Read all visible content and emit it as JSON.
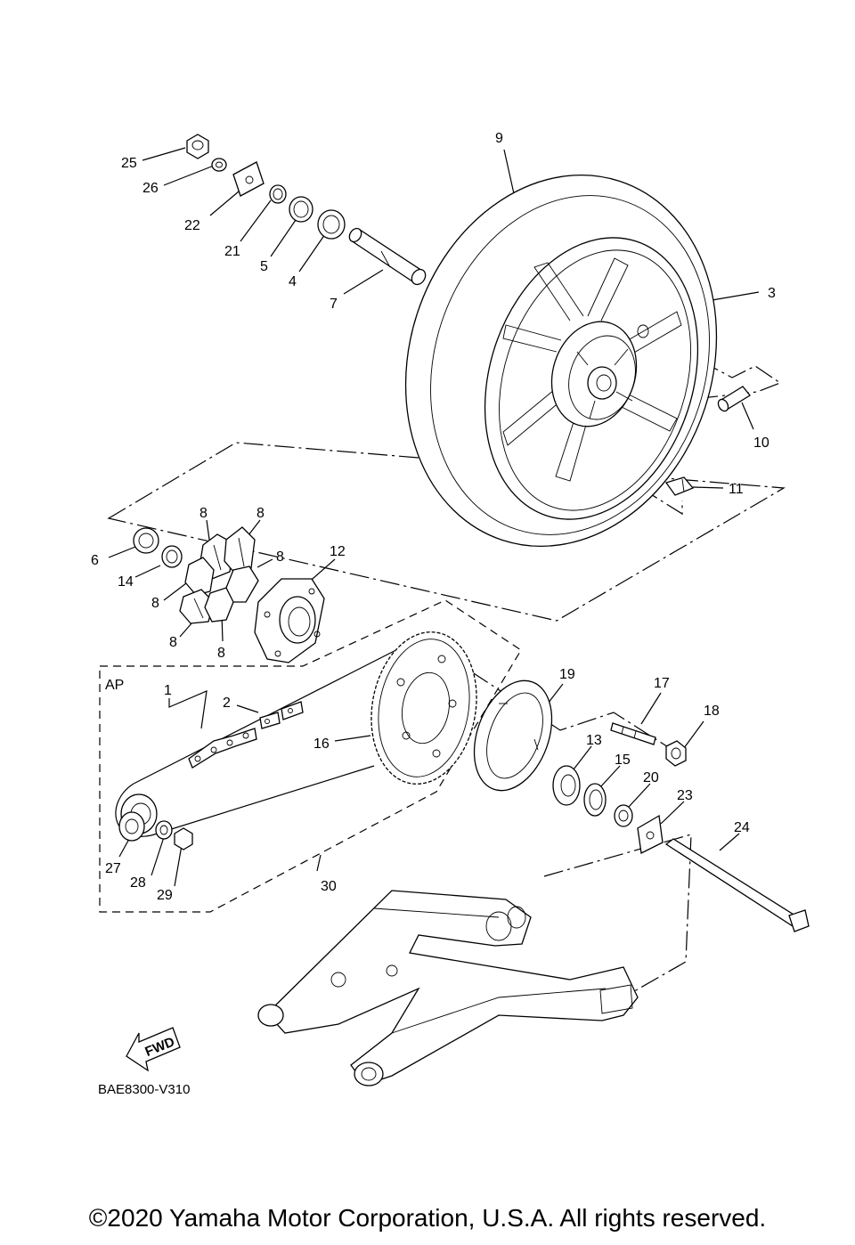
{
  "diagram": {
    "callouts": [
      {
        "id": "25",
        "text": "25"
      },
      {
        "id": "26",
        "text": "26"
      },
      {
        "id": "22",
        "text": "22"
      },
      {
        "id": "21",
        "text": "21"
      },
      {
        "id": "5",
        "text": "5"
      },
      {
        "id": "4",
        "text": "4"
      },
      {
        "id": "7",
        "text": "7"
      },
      {
        "id": "9",
        "text": "9"
      },
      {
        "id": "3",
        "text": "3"
      },
      {
        "id": "10",
        "text": "10"
      },
      {
        "id": "11",
        "text": "11"
      },
      {
        "id": "6",
        "text": "6"
      },
      {
        "id": "14",
        "text": "14"
      },
      {
        "id": "8a",
        "text": "8"
      },
      {
        "id": "8b",
        "text": "8"
      },
      {
        "id": "8c",
        "text": "8"
      },
      {
        "id": "8d",
        "text": "8"
      },
      {
        "id": "8e",
        "text": "8"
      },
      {
        "id": "8f",
        "text": "8"
      },
      {
        "id": "12",
        "text": "12"
      },
      {
        "id": "AP",
        "text": "AP"
      },
      {
        "id": "1",
        "text": "1"
      },
      {
        "id": "2",
        "text": "2"
      },
      {
        "id": "16",
        "text": "16"
      },
      {
        "id": "19",
        "text": "19"
      },
      {
        "id": "17",
        "text": "17"
      },
      {
        "id": "18",
        "text": "18"
      },
      {
        "id": "13",
        "text": "13"
      },
      {
        "id": "15",
        "text": "15"
      },
      {
        "id": "20",
        "text": "20"
      },
      {
        "id": "23",
        "text": "23"
      },
      {
        "id": "24",
        "text": "24"
      },
      {
        "id": "27",
        "text": "27"
      },
      {
        "id": "28",
        "text": "28"
      },
      {
        "id": "29",
        "text": "29"
      },
      {
        "id": "30",
        "text": "30"
      }
    ],
    "fwd_label": "FWD",
    "drawing_code": "BAE8300-V310"
  },
  "copyright": "©2020 Yamaha Motor Corporation, U.S.A. All rights reserved."
}
